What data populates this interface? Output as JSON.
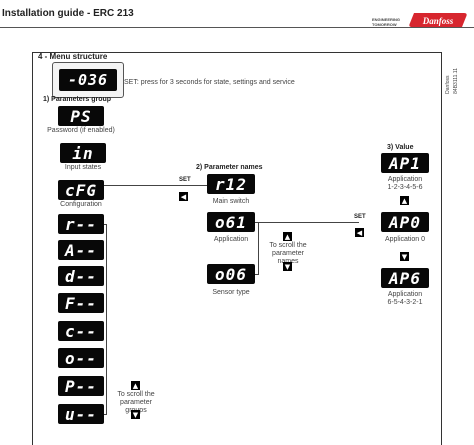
{
  "header": {
    "title": "Installation guide - ERC 213",
    "tagline": "ENGINEERING\nTOMORROW",
    "brand": "Danfoss"
  },
  "section_title": "4 - Menu structure",
  "side_code": "Danfoss\n84B3111.11",
  "controller": {
    "display": "-036",
    "set_note": "SET: press for 3 seconds for state, settings and service"
  },
  "parameters_group": {
    "heading": "1) Parameters group",
    "items": [
      {
        "display": "PS",
        "label": "Password (if enabled)"
      },
      {
        "display": "in",
        "label": "Input states"
      },
      {
        "display": "cFG",
        "label": "Configuration"
      },
      {
        "display": "r--",
        "label": ""
      },
      {
        "display": "A--",
        "label": ""
      },
      {
        "display": "d--",
        "label": ""
      },
      {
        "display": "F--",
        "label": ""
      },
      {
        "display": "c--",
        "label": ""
      },
      {
        "display": "o--",
        "label": ""
      },
      {
        "display": "P--",
        "label": ""
      },
      {
        "display": "u--",
        "label": ""
      }
    ],
    "scroll_text": "To scroll the\nparameter groups"
  },
  "parameter_names": {
    "heading": "2) Parameter names",
    "items": [
      {
        "display": "r12",
        "label": "Main switch"
      },
      {
        "display": "o61",
        "label": "Application"
      },
      {
        "display": "o06",
        "label": "Sensor type"
      }
    ],
    "scroll_text": "To scroll the\nparameter names"
  },
  "value": {
    "heading": "3) Value",
    "items": [
      {
        "display": "AP1",
        "label": "Application\n1-2-3-4-5-6"
      },
      {
        "display": "AP0",
        "label": "Application 0"
      },
      {
        "display": "AP6",
        "label": "Application\n6-5-4-3-2-1"
      }
    ]
  },
  "set_label": "SET",
  "icons": {
    "up": "▲",
    "down": "▼",
    "back": "◀"
  },
  "colors": {
    "lcd_bg": "#080808",
    "brand_red": "#d7262e"
  }
}
